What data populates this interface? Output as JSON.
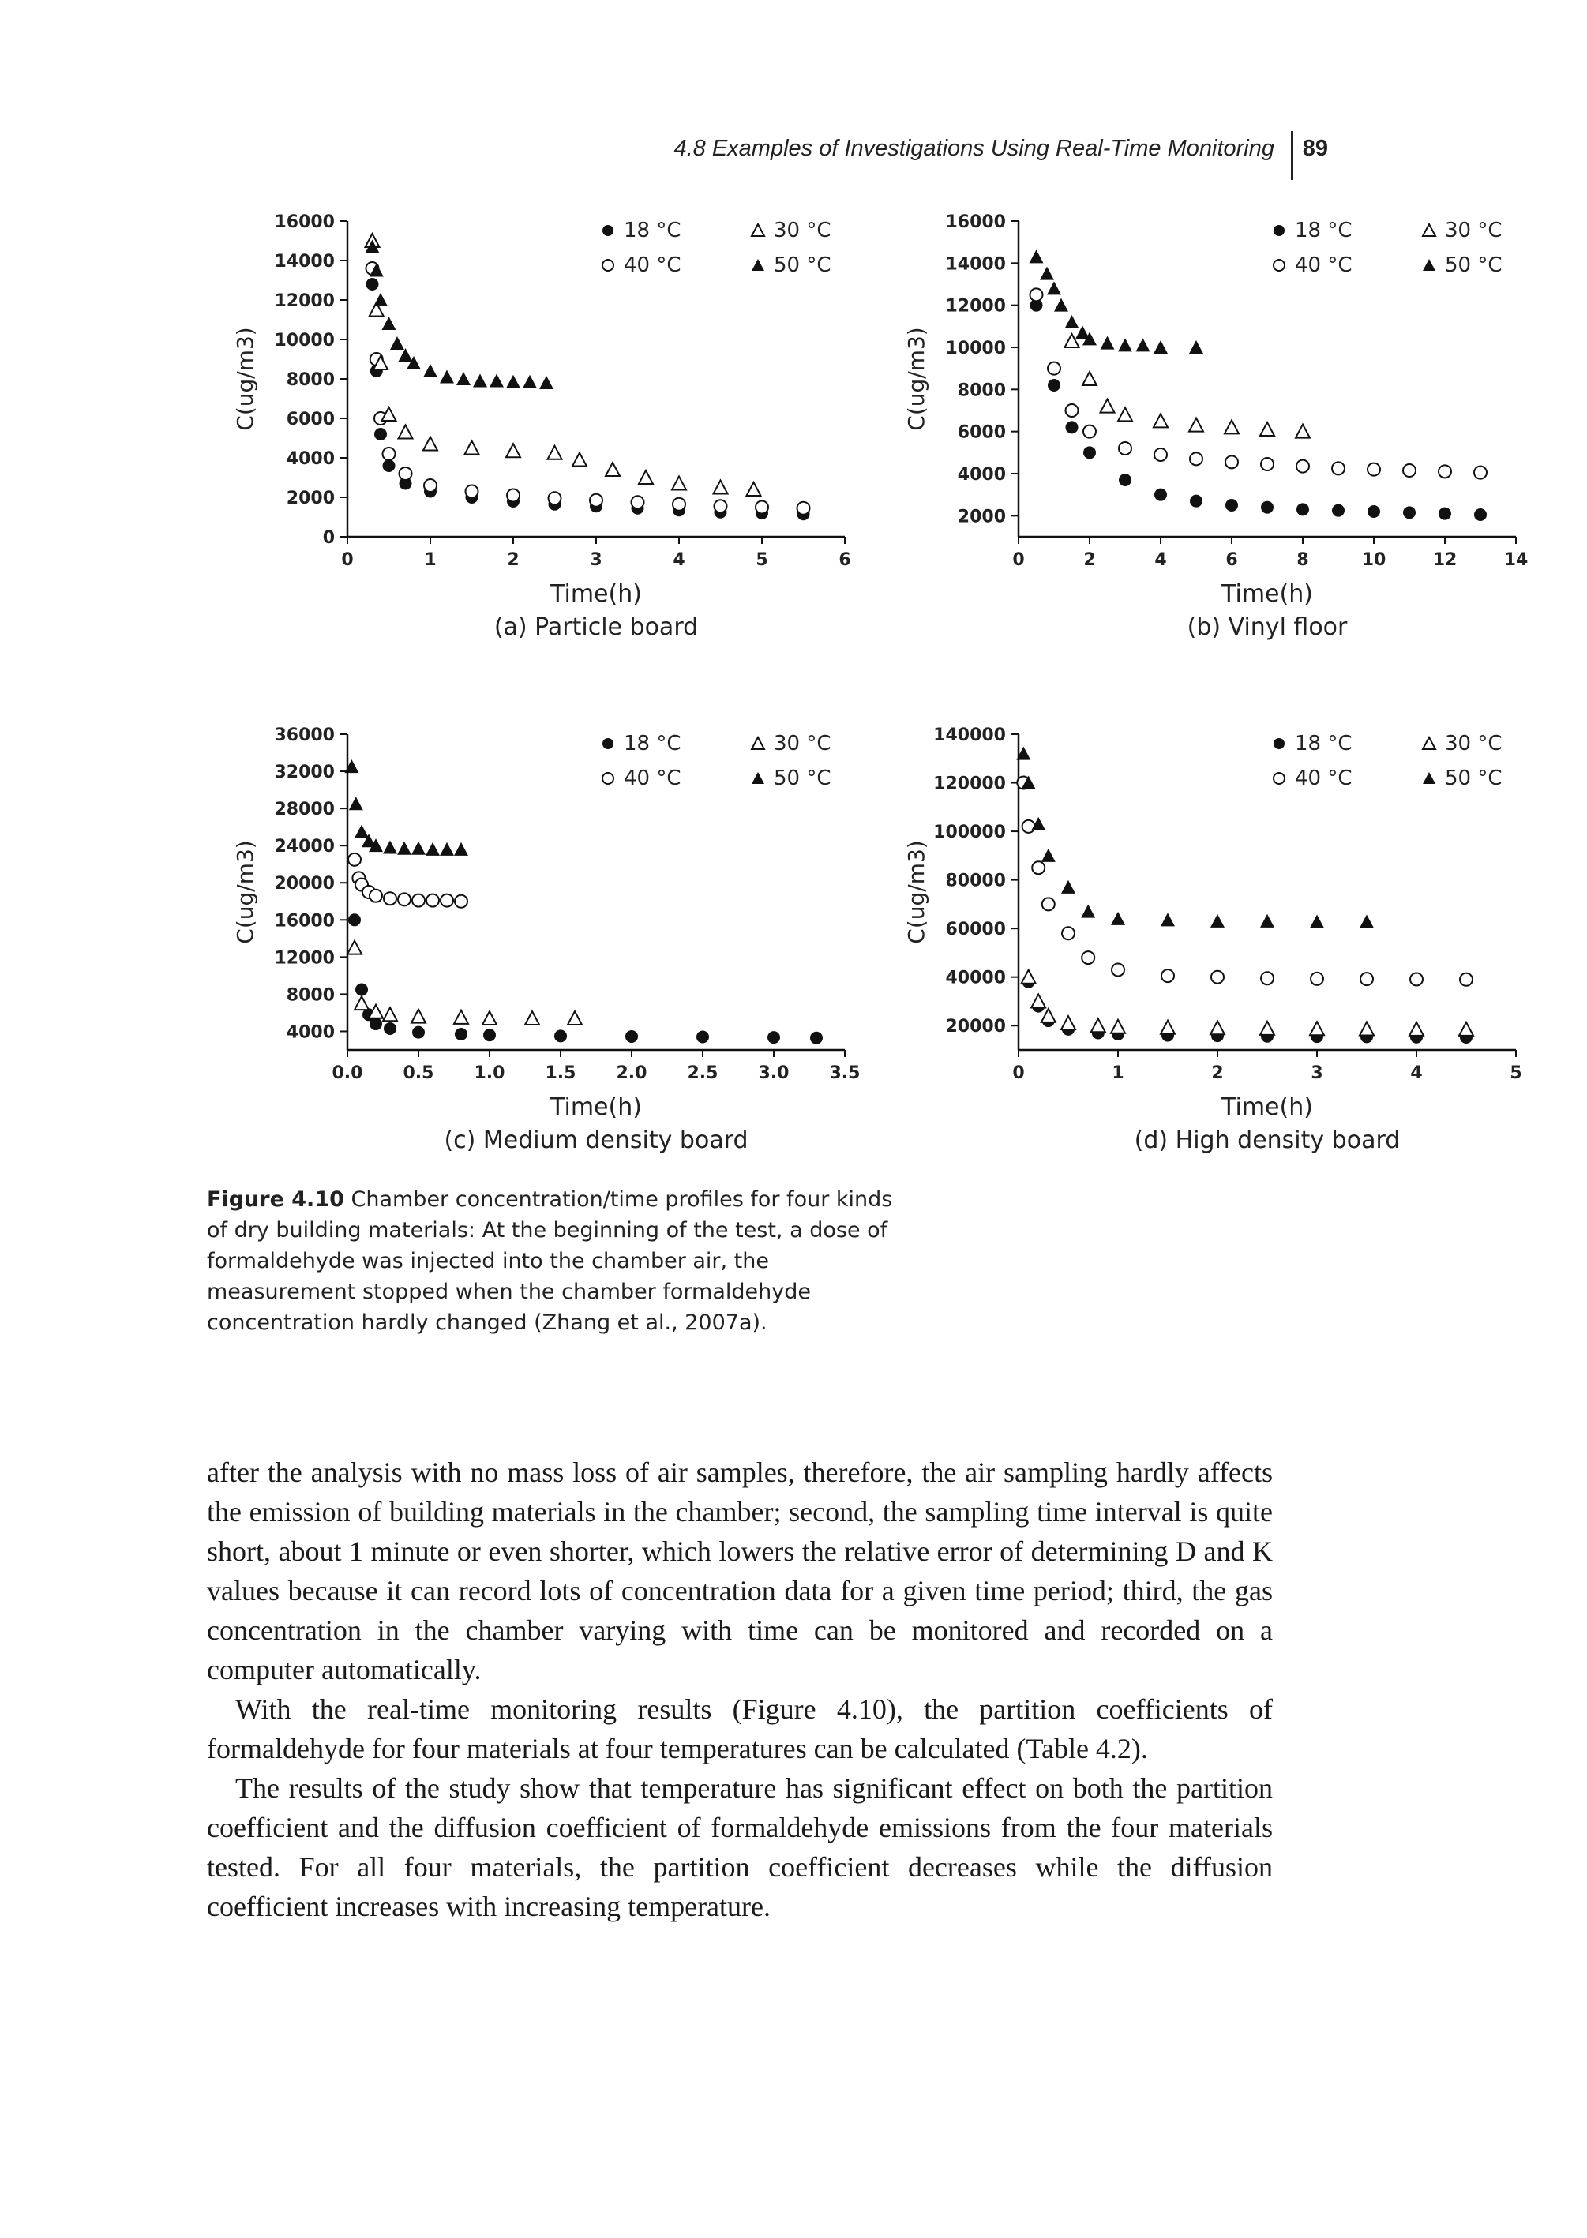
{
  "header": {
    "title": "4.8 Examples of Investigations Using Real-Time Monitoring",
    "page_number": "89"
  },
  "chart_data": [
    {
      "type": "scatter",
      "panel": "a",
      "caption": "(a) Particle board",
      "xlabel": "Time(h)",
      "ylabel": "C(ug/m3)",
      "xlim": [
        0,
        6
      ],
      "ylim": [
        0,
        16000
      ],
      "xticks": [
        0,
        1,
        2,
        3,
        4,
        5,
        6
      ],
      "yticks": [
        0,
        2000,
        4000,
        6000,
        8000,
        10000,
        12000,
        14000,
        16000
      ],
      "legend_position": "top-right",
      "series": [
        {
          "name": "18 °C",
          "marker": "filled-circle",
          "x": [
            0.3,
            0.35,
            0.4,
            0.5,
            0.7,
            1.0,
            1.5,
            2.0,
            2.5,
            3.0,
            3.5,
            4.0,
            4.5,
            5.0,
            5.5
          ],
          "y": [
            12800,
            8400,
            5200,
            3600,
            2700,
            2300,
            2000,
            1800,
            1650,
            1550,
            1450,
            1350,
            1250,
            1200,
            1150
          ]
        },
        {
          "name": "40 °C",
          "marker": "open-circle",
          "x": [
            0.3,
            0.35,
            0.4,
            0.5,
            0.7,
            1.0,
            1.5,
            2.0,
            2.5,
            3.0,
            3.5,
            4.0,
            4.5,
            5.0,
            5.5
          ],
          "y": [
            13600,
            9000,
            6000,
            4200,
            3200,
            2600,
            2300,
            2100,
            1950,
            1850,
            1750,
            1650,
            1550,
            1500,
            1450
          ]
        },
        {
          "name": "30 °C",
          "marker": "open-triangle",
          "x": [
            0.3,
            0.35,
            0.4,
            0.5,
            0.7,
            1.0,
            1.5,
            2.0,
            2.5,
            2.8,
            3.2,
            3.6,
            4.0,
            4.5,
            4.9
          ],
          "y": [
            15000,
            11500,
            8800,
            6200,
            5300,
            4700,
            4500,
            4350,
            4250,
            3900,
            3400,
            3000,
            2700,
            2500,
            2400
          ]
        },
        {
          "name": "50 °C",
          "marker": "filled-triangle",
          "x": [
            0.3,
            0.35,
            0.4,
            0.5,
            0.6,
            0.7,
            0.8,
            1.0,
            1.2,
            1.4,
            1.6,
            1.8,
            2.0,
            2.2,
            2.4
          ],
          "y": [
            14700,
            13500,
            12000,
            10800,
            9800,
            9200,
            8800,
            8400,
            8100,
            8000,
            7900,
            7900,
            7850,
            7850,
            7800
          ]
        }
      ]
    },
    {
      "type": "scatter",
      "panel": "b",
      "caption": "(b) Vinyl floor",
      "xlabel": "Time(h)",
      "ylabel": "C(ug/m3)",
      "xlim": [
        0,
        14
      ],
      "ylim": [
        1000,
        16000
      ],
      "xticks": [
        0,
        2,
        4,
        6,
        8,
        10,
        12,
        14
      ],
      "yticks": [
        2000,
        4000,
        6000,
        8000,
        10000,
        12000,
        14000,
        16000
      ],
      "legend_position": "top-right",
      "series": [
        {
          "name": "18 °C",
          "marker": "filled-circle",
          "x": [
            0.5,
            1.0,
            1.5,
            2.0,
            3.0,
            4.0,
            5.0,
            6.0,
            7.0,
            8.0,
            9.0,
            10.0,
            11.0,
            12.0,
            13.0
          ],
          "y": [
            12000,
            8200,
            6200,
            5000,
            3700,
            3000,
            2700,
            2500,
            2400,
            2300,
            2250,
            2200,
            2150,
            2100,
            2050
          ]
        },
        {
          "name": "40 °C",
          "marker": "open-circle",
          "x": [
            0.5,
            1.0,
            1.5,
            2.0,
            3.0,
            4.0,
            5.0,
            6.0,
            7.0,
            8.0,
            9.0,
            10.0,
            11.0,
            12.0,
            13.0
          ],
          "y": [
            12500,
            9000,
            7000,
            6000,
            5200,
            4900,
            4700,
            4550,
            4450,
            4350,
            4250,
            4200,
            4150,
            4100,
            4050
          ]
        },
        {
          "name": "30 °C",
          "marker": "open-triangle",
          "x": [
            1.5,
            2.0,
            2.5,
            3.0,
            4.0,
            5.0,
            6.0,
            7.0,
            8.0
          ],
          "y": [
            10300,
            8500,
            7200,
            6800,
            6500,
            6300,
            6200,
            6100,
            6000
          ]
        },
        {
          "name": "50 °C",
          "marker": "filled-triangle",
          "x": [
            0.5,
            0.8,
            1.0,
            1.2,
            1.5,
            1.8,
            2.0,
            2.5,
            3.0,
            3.5,
            4.0,
            5.0
          ],
          "y": [
            14300,
            13500,
            12800,
            12000,
            11200,
            10700,
            10400,
            10200,
            10100,
            10100,
            10000,
            10000
          ]
        }
      ]
    },
    {
      "type": "scatter",
      "panel": "c",
      "caption": "(c) Medium density board",
      "xlabel": "Time(h)",
      "ylabel": "C(ug/m3)",
      "xlim": [
        0,
        3.5
      ],
      "ylim": [
        2000,
        36000
      ],
      "xticks": [
        "0.0",
        "0.5",
        "1.0",
        "1.5",
        "2.0",
        "2.5",
        "3.0",
        "3.5"
      ],
      "yticks": [
        4000,
        8000,
        12000,
        16000,
        20000,
        24000,
        28000,
        32000,
        36000
      ],
      "legend_position": "top-right",
      "series": [
        {
          "name": "18 °C",
          "marker": "filled-circle",
          "x": [
            0.05,
            0.1,
            0.15,
            0.2,
            0.3,
            0.5,
            0.8,
            1.0,
            1.5,
            2.0,
            2.5,
            3.0,
            3.3
          ],
          "y": [
            16000,
            8500,
            5800,
            4800,
            4300,
            3900,
            3700,
            3600,
            3500,
            3450,
            3400,
            3350,
            3300
          ]
        },
        {
          "name": "40 °C",
          "marker": "open-circle",
          "x": [
            0.05,
            0.08,
            0.1,
            0.15,
            0.2,
            0.3,
            0.4,
            0.5,
            0.6,
            0.7,
            0.8
          ],
          "y": [
            22500,
            20500,
            19800,
            19000,
            18600,
            18300,
            18200,
            18100,
            18100,
            18100,
            18000
          ]
        },
        {
          "name": "30 °C",
          "marker": "open-triangle",
          "x": [
            0.05,
            0.1,
            0.2,
            0.3,
            0.5,
            0.8,
            1.0,
            1.3,
            1.6
          ],
          "y": [
            13000,
            7000,
            6100,
            5800,
            5600,
            5500,
            5400,
            5400,
            5400
          ]
        },
        {
          "name": "50 °C",
          "marker": "filled-triangle",
          "x": [
            0.03,
            0.06,
            0.1,
            0.15,
            0.2,
            0.3,
            0.4,
            0.5,
            0.6,
            0.7,
            0.8
          ],
          "y": [
            32500,
            28500,
            25500,
            24500,
            24000,
            23800,
            23700,
            23700,
            23600,
            23600,
            23600
          ]
        }
      ]
    },
    {
      "type": "scatter",
      "panel": "d",
      "caption": "(d) High density board",
      "xlabel": "Time(h)",
      "ylabel": "C(ug/m3)",
      "xlim": [
        0,
        5
      ],
      "ylim": [
        10000,
        140000
      ],
      "xticks": [
        0,
        1,
        2,
        3,
        4,
        5
      ],
      "yticks": [
        20000,
        40000,
        60000,
        80000,
        100000,
        120000,
        140000
      ],
      "legend_position": "top-right",
      "series": [
        {
          "name": "18 °C",
          "marker": "filled-circle",
          "x": [
            0.1,
            0.2,
            0.3,
            0.5,
            0.8,
            1.0,
            1.5,
            2.0,
            2.5,
            3.0,
            3.5,
            4.0,
            4.5
          ],
          "y": [
            38000,
            28000,
            22000,
            18500,
            17000,
            16500,
            16000,
            15800,
            15600,
            15500,
            15400,
            15300,
            15200
          ]
        },
        {
          "name": "40 °C",
          "marker": "open-circle",
          "x": [
            0.05,
            0.1,
            0.2,
            0.3,
            0.5,
            0.7,
            1.0,
            1.5,
            2.0,
            2.5,
            3.0,
            3.5,
            4.0,
            4.5
          ],
          "y": [
            120000,
            102000,
            85000,
            70000,
            58000,
            48000,
            43000,
            40500,
            40000,
            39500,
            39300,
            39200,
            39100,
            39000
          ]
        },
        {
          "name": "30 °C",
          "marker": "open-triangle",
          "x": [
            0.1,
            0.2,
            0.3,
            0.5,
            0.8,
            1.0,
            1.5,
            2.0,
            2.5,
            3.0,
            3.5,
            4.0,
            4.5
          ],
          "y": [
            40000,
            30000,
            24000,
            21000,
            20000,
            19500,
            19200,
            19000,
            18800,
            18700,
            18600,
            18500,
            18500
          ]
        },
        {
          "name": "50 °C",
          "marker": "filled-triangle",
          "x": [
            0.05,
            0.1,
            0.2,
            0.3,
            0.5,
            0.7,
            1.0,
            1.5,
            2.0,
            2.5,
            3.0,
            3.5
          ],
          "y": [
            132000,
            120000,
            103000,
            90000,
            77000,
            67000,
            64000,
            63500,
            63000,
            63000,
            62800,
            62800
          ]
        }
      ]
    }
  ],
  "figure_caption": {
    "label": "Figure 4.10",
    "text": "Chamber concentration/time profiles for four kinds of dry building materials: At the beginning of the test, a dose of formaldehyde was injected into the chamber air, the measurement stopped when the chamber formaldehyde concentration hardly changed (Zhang et al., 2007a)."
  },
  "body": {
    "p1": "after the analysis with no mass loss of air samples, therefore, the air sampling hardly affects the emission of building materials in the chamber; second, the sampling time interval is quite short, about 1 minute or even shorter, which lowers the relative error of determining D and K values because it can record lots of concentration data for a given time period; third, the gas concentration in the chamber varying with time can be monitored and recorded on a computer automatically.",
    "p2": "With the real-time monitoring results (Figure 4.10), the partition coefficients of formaldehyde for four materials at four temperatures can be calculated (Table 4.2).",
    "p3": "The results of the study show that temperature has significant effect on both the partition coefficient and the diffusion coefficient of formaldehyde emissions from the four materials tested. For all four materials, the partition coefficient decreases while the diffusion coefficient increases with increasing temperature."
  }
}
